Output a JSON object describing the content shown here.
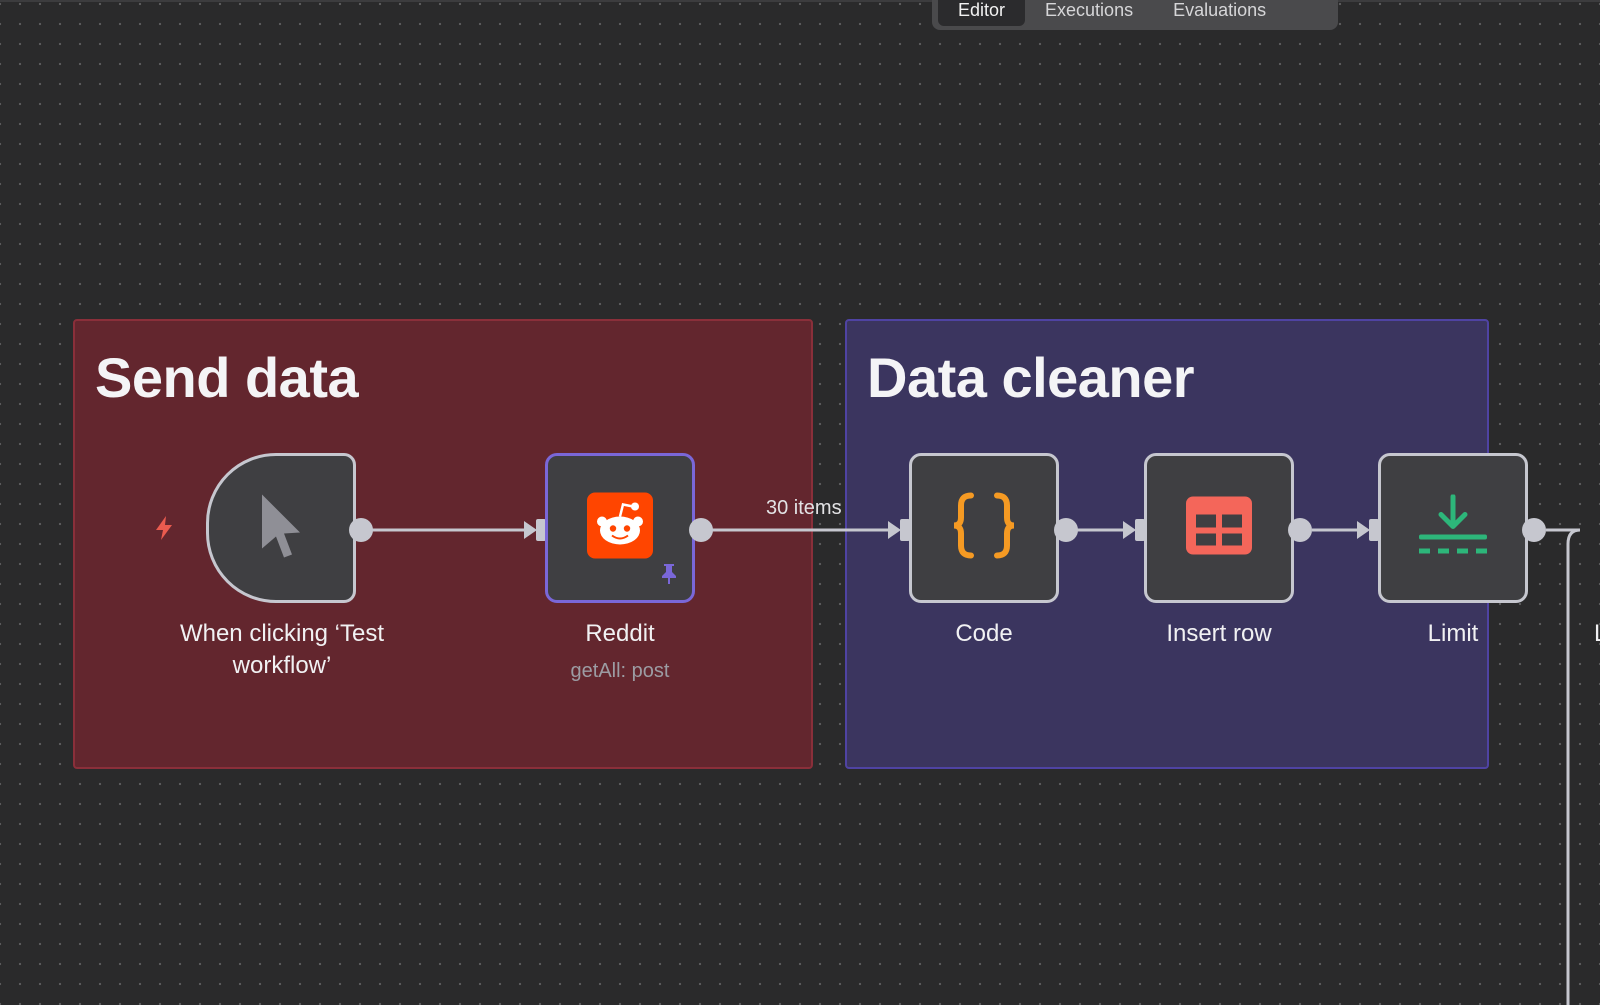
{
  "tabs": [
    {
      "label": "Editor",
      "active": true
    },
    {
      "label": "Executions",
      "active": false
    },
    {
      "label": "Evaluations",
      "active": false
    }
  ],
  "groups": {
    "send": {
      "title": "Send data",
      "color": "#63262e"
    },
    "clean": {
      "title": "Data cleaner",
      "color": "#3b355f"
    }
  },
  "nodes": {
    "trigger": {
      "label": "When clicking ‘Test workflow’",
      "icon": "cursor-icon"
    },
    "reddit": {
      "label": "Reddit",
      "subtitle": "getAll: post",
      "icon": "reddit-icon",
      "pinned": true
    },
    "code": {
      "label": "Code",
      "icon": "curly-braces-icon"
    },
    "insert": {
      "label": "Insert row",
      "icon": "table-icon"
    },
    "limit": {
      "label": "Limit",
      "icon": "limit-download-icon"
    },
    "partial": {
      "label": "L"
    }
  },
  "connections": {
    "reddit_to_code_count": "30 items"
  },
  "colors": {
    "accent_pin": "#7a67d8",
    "reddit": "#ff4500",
    "code": "#f59a23",
    "table": "#f4665a",
    "limit": "#2db67a"
  }
}
